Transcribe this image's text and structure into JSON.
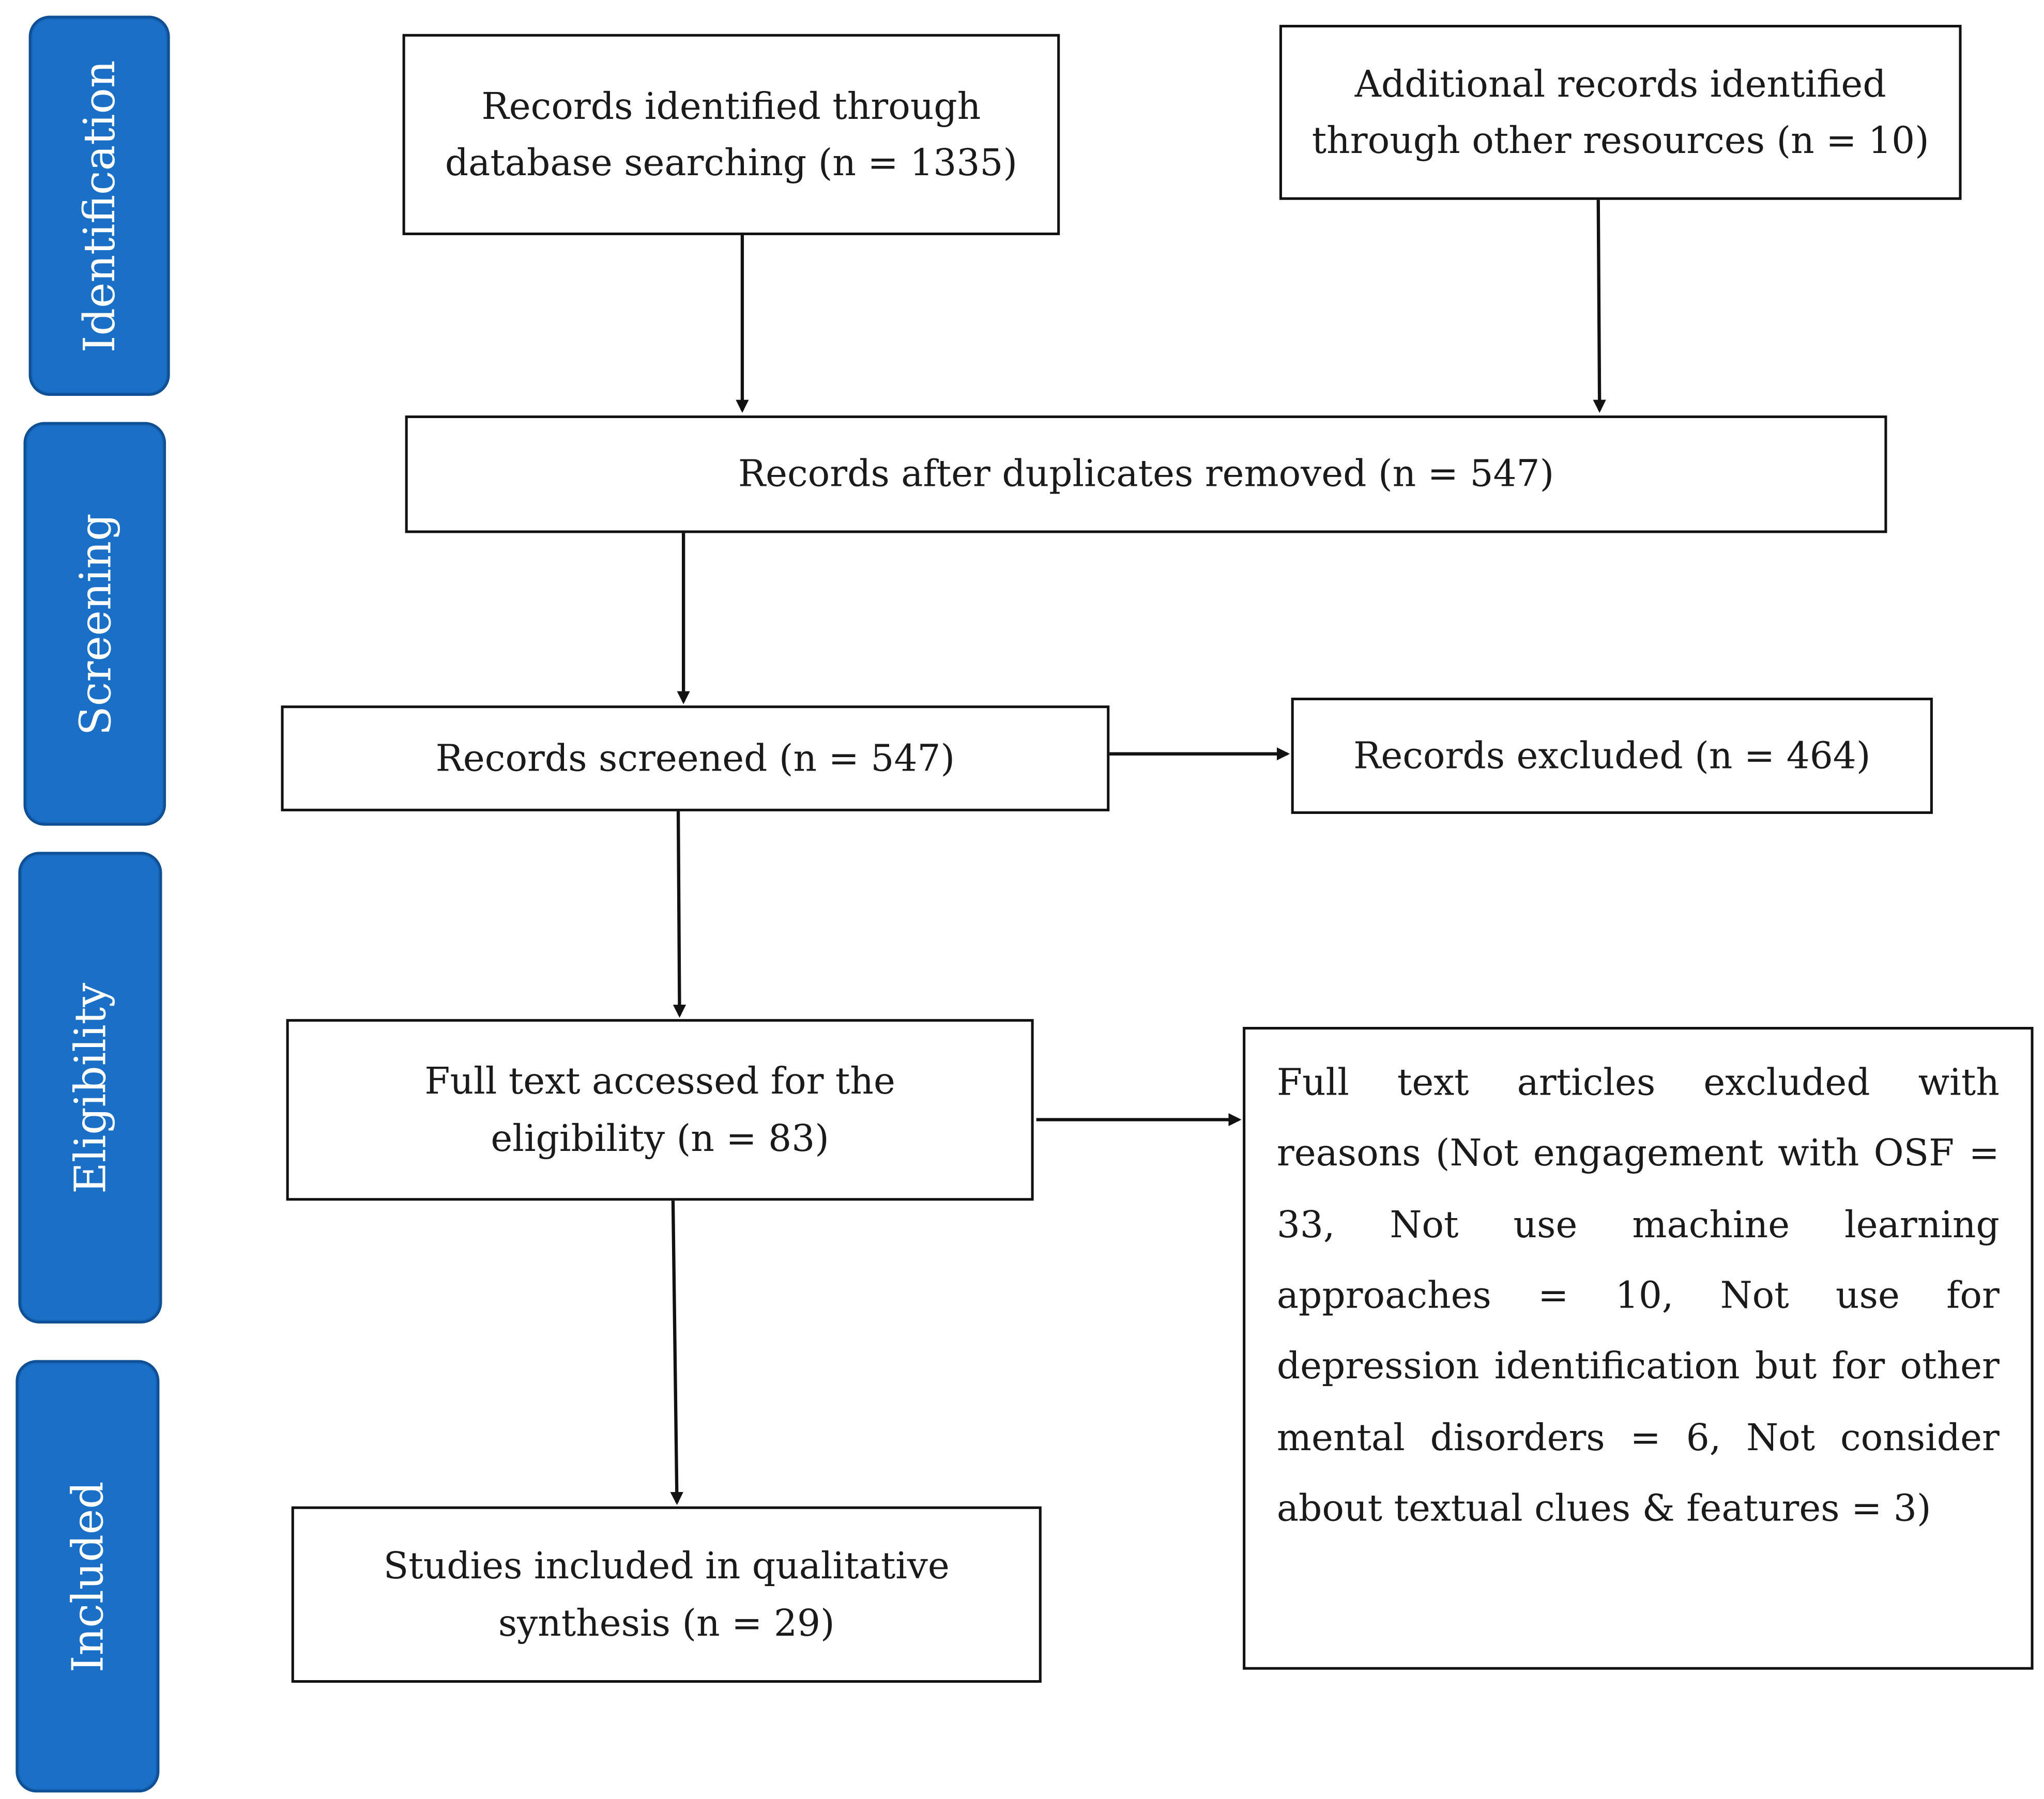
{
  "phases": {
    "identification": "Identification",
    "screening": "Screening",
    "eligibility": "Eligibility",
    "included": "Included"
  },
  "boxes": {
    "database_search": "Records identified through\ndatabase searching (n = 1335)",
    "other_resources": "Additional records identified\nthrough other resources (n = 10)",
    "duplicates_removed": "Records after duplicates removed (n = 547)",
    "screened": "Records screened (n = 547)",
    "excluded": "Records excluded (n = 464)",
    "full_text": "Full text accessed for the\neligibility (n = 83)",
    "included_studies": "Studies included in qualitative\nsynthesis (n = 29)",
    "full_text_excluded": "Full text articles excluded with reasons (Not engagement with OSF = 33, Not use machine learning approaches = 10, Not use for depression identification but for other mental disorders = 6, Not consider about textual clues & features = 3)"
  },
  "colors": {
    "phase_fill": "#1a6fc7",
    "phase_border": "#0f4f96",
    "phase_text": "#ffffff",
    "box_border": "#111111",
    "arrow": "#111111"
  }
}
